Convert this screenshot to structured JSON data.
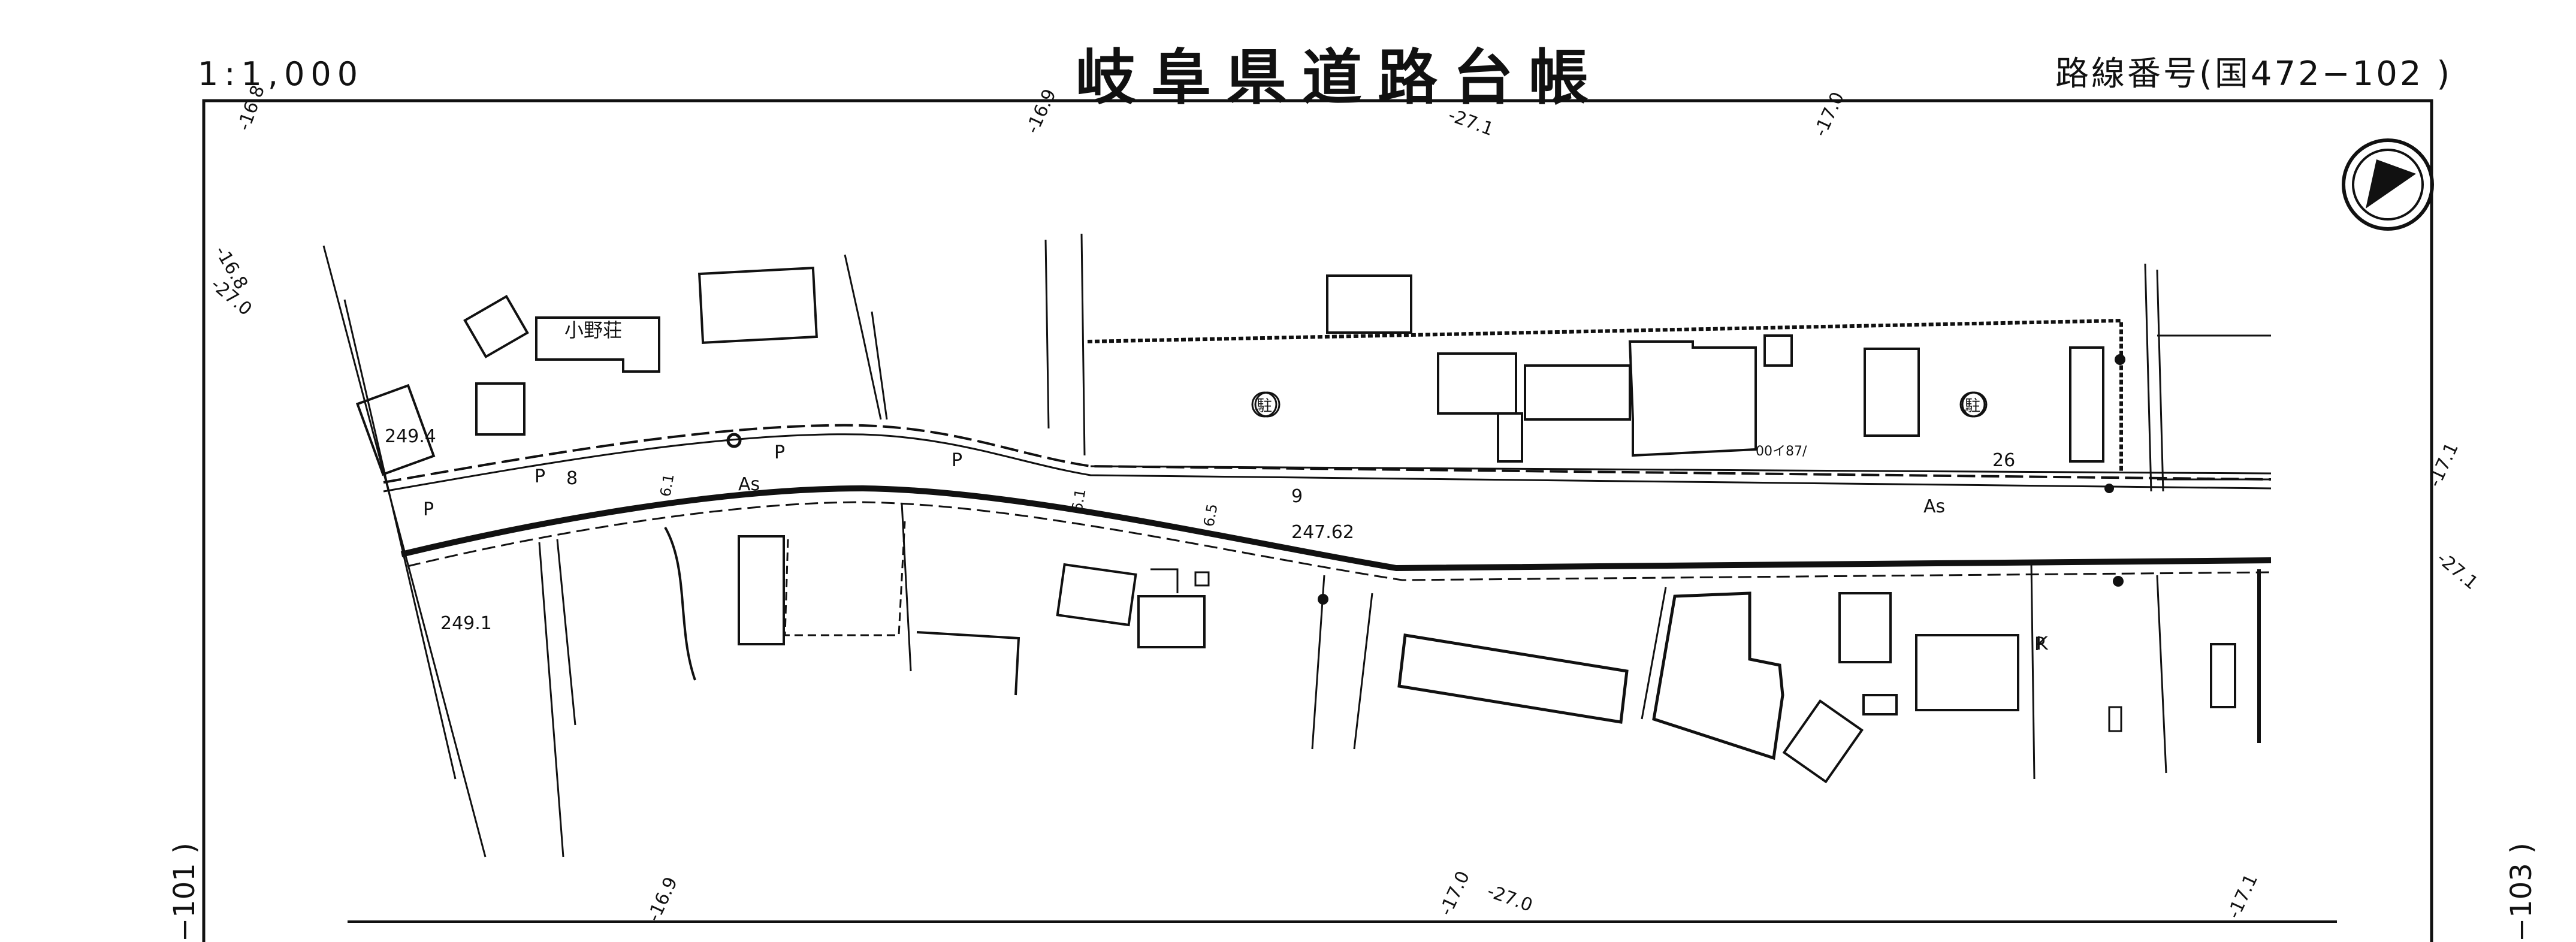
{
  "header": {
    "scale": "1:1,000",
    "title": "岐阜県道路台帳",
    "route": "路線番号(国472−102 )"
  },
  "margin_labels": {
    "left_page": "−101 )",
    "right_page": "−103 )"
  },
  "map_labels": {
    "grid": {
      "g1": "-16.8",
      "g2": "-16.9",
      "g3": "-27.1",
      "g4": "-17.0",
      "g5": "-16.8",
      "g6": "-27.0",
      "g7": "-17.1",
      "g8": "-27.1",
      "g9": "-16.9",
      "g10": "-17.0",
      "g11": "-27.0",
      "g12": "-17.1"
    },
    "building_ono": "小野荘",
    "elev_1": "249.4",
    "elev_2": "249.1",
    "elev_3": "247.62",
    "elev_4": "00イ87/",
    "surface_1": "As",
    "surface_2": "As",
    "parking_1": "駐",
    "parking_2": "駐",
    "num_8": "8",
    "num_9": "9",
    "num_26": "26",
    "width_1": "6.1",
    "width_2": "6.1",
    "width_3": "6.5",
    "p1": "P",
    "p2": "P",
    "p3": "P",
    "p4": "P",
    "p5": "P",
    "k": "K"
  },
  "north_arrow": "north-arrow"
}
